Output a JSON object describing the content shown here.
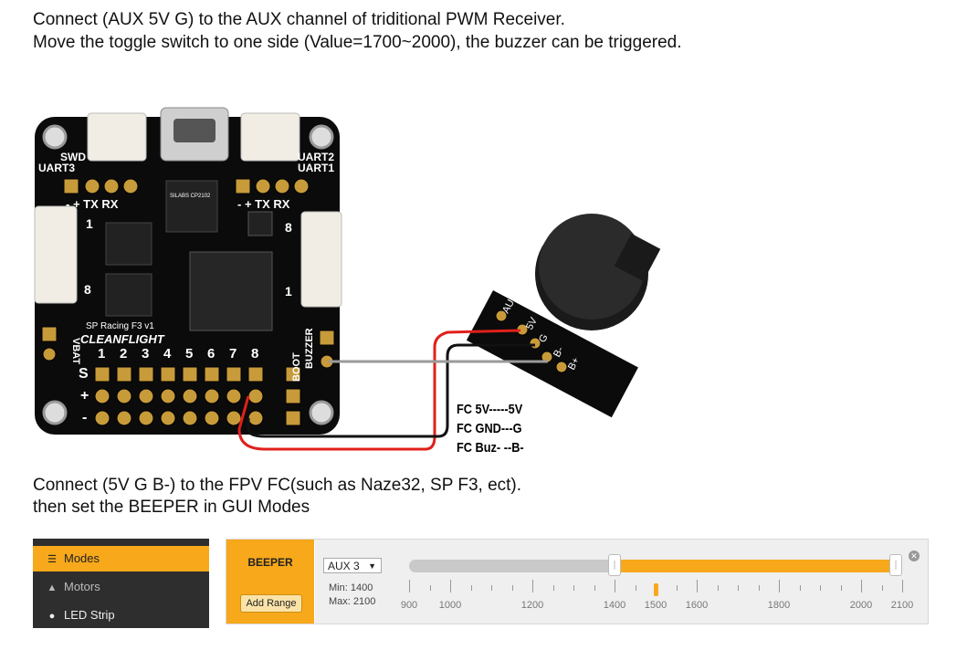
{
  "top_text": {
    "line1": "Connect (AUX 5V G) to the AUX channel of triditional PWM Receiver.",
    "line2": "Move the toggle switch to one side (Value=1700~2000),  the buzzer can be triggered."
  },
  "mid_text": {
    "line1": "Connect (5V G  B-) to the FPV FC(such as Naze32, SP F3, ect).",
    "line2": "then set the BEEPER in GUI Modes"
  },
  "board": {
    "labels": {
      "swd": "SWD",
      "uart3": "UART3",
      "uart2": "UART2",
      "uart1": "UART1",
      "minus_plus_tx_rx_left": "-  +  TX  RX",
      "minus_plus_tx_rx_right": "-  +  TX  RX",
      "name": "SP Racing F3 v1",
      "brand": "CLEANFLIGHT",
      "vbat": "VBAT",
      "boot": "BOOT",
      "buzzer": "BUZZER",
      "s": "S",
      "plus": "+",
      "minus": "-",
      "one_left": "1",
      "eight_left": "8",
      "eight_right": "8",
      "one_right": "1",
      "chip1": "SILABS CP2102",
      "pins": [
        "1",
        "2",
        "3",
        "4",
        "5",
        "6",
        "7",
        "8"
      ]
    },
    "pcb_color": "#0b0b0b",
    "pad_color": "#c79a3a"
  },
  "buzzer_module": {
    "pin_labels": [
      "AUX",
      "5V",
      "G",
      "B-",
      "B+"
    ]
  },
  "wires": {
    "red": "#e0201b",
    "black": "#111111",
    "gray": "#9a9a9a"
  },
  "legend": {
    "line1": "FC 5V-----5V",
    "line2": "FC GND---G",
    "line3": "FC Buz-  --B-"
  },
  "gui": {
    "sidebar": {
      "items": [
        {
          "label": "Modes",
          "icon": "toggle-icon"
        },
        {
          "label": "Motors",
          "icon": "motor-icon"
        },
        {
          "label": "LED Strip",
          "icon": "bulb-icon"
        }
      ]
    },
    "mode_name": "BEEPER",
    "add_range_label": "Add Range",
    "channel_select": "AUX 3",
    "min_label": "Min: 1400",
    "max_label": "Max: 2100",
    "range_min": 1400,
    "range_max": 2100,
    "scale_min": 900,
    "scale_max": 2100,
    "current_value": 1500,
    "tick_labels": [
      "900",
      "1000",
      "1200",
      "1400",
      "1500",
      "1600",
      "1800",
      "2000",
      "2100"
    ],
    "accent": "#f7a81b"
  }
}
